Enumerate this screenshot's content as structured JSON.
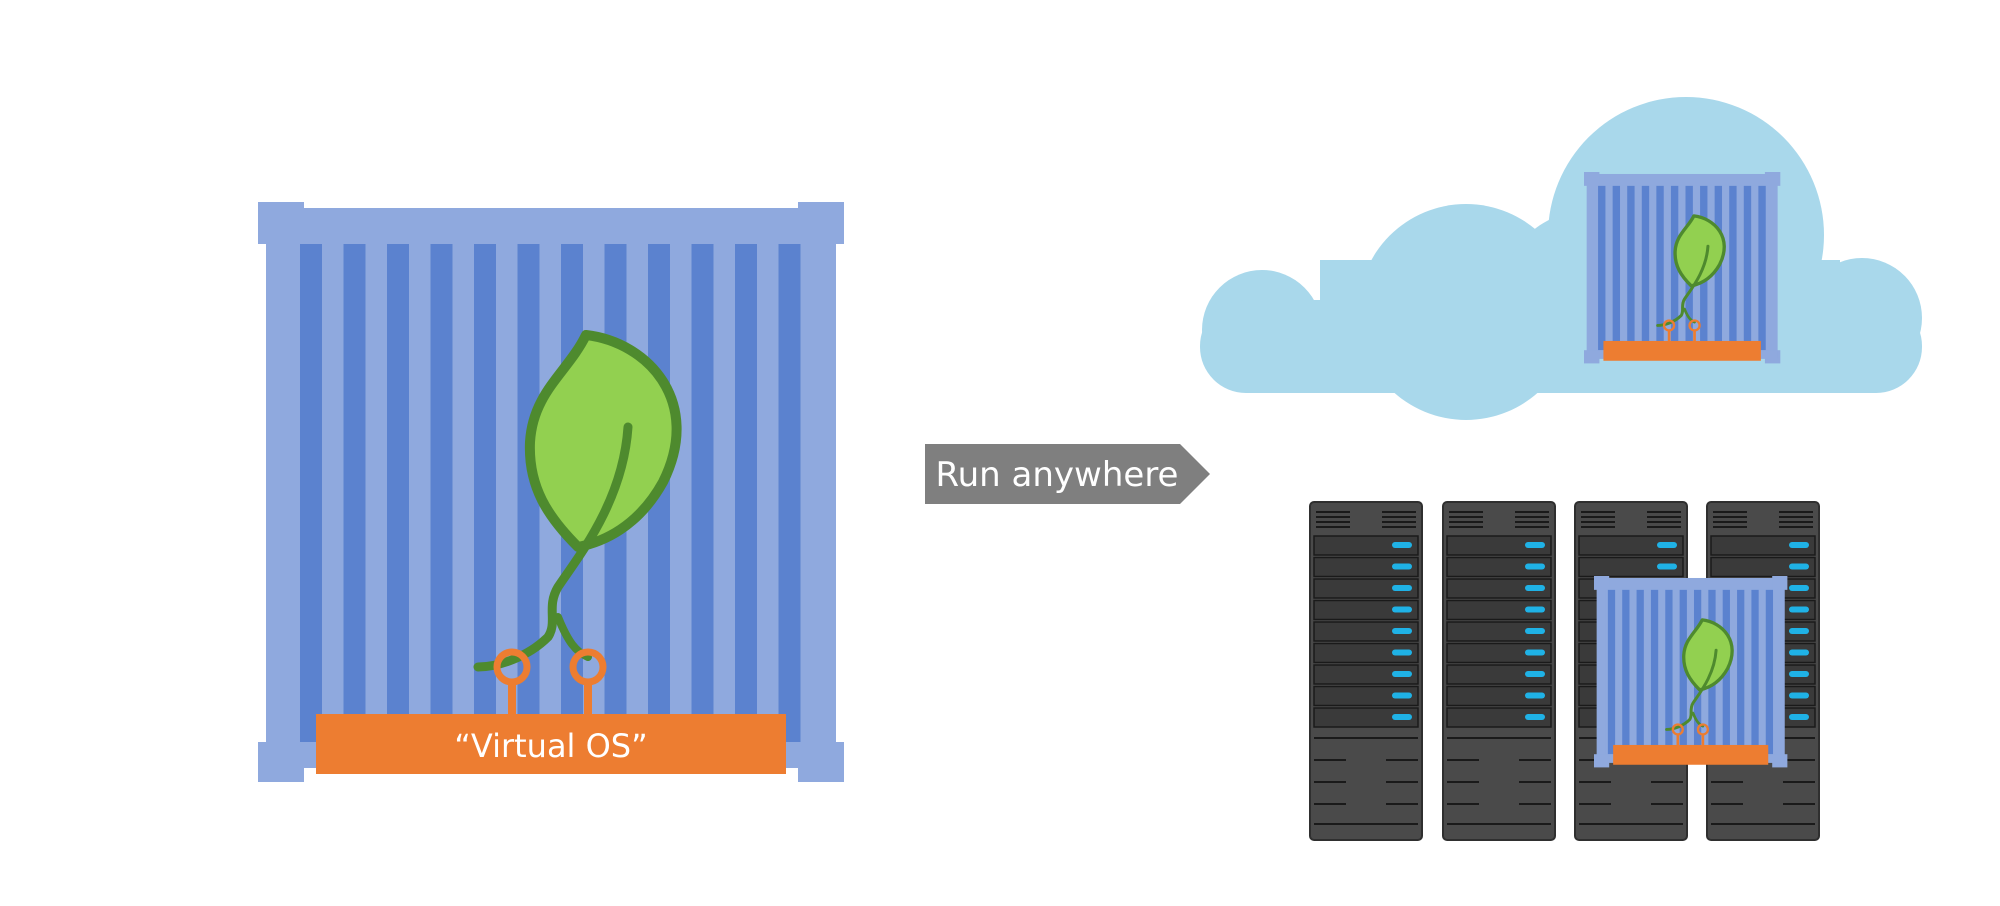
{
  "diagram": {
    "main_label": "“Virtual OS”",
    "arrow_label": "Run anywhere"
  },
  "colors": {
    "container_frame": "#8FA9DE",
    "container_stripe": "#5B82CF",
    "leaf_fill": "#92D050",
    "leaf_outline": "#4E8A2E",
    "os_bar": "#ED7D31",
    "cloud": "#A9D8EB",
    "arrow": "#7F7F7F",
    "server_body": "#4A4A4A",
    "server_led": "#1FB2E6"
  },
  "servers": {
    "count": 4,
    "drive_bays_each": 9
  }
}
